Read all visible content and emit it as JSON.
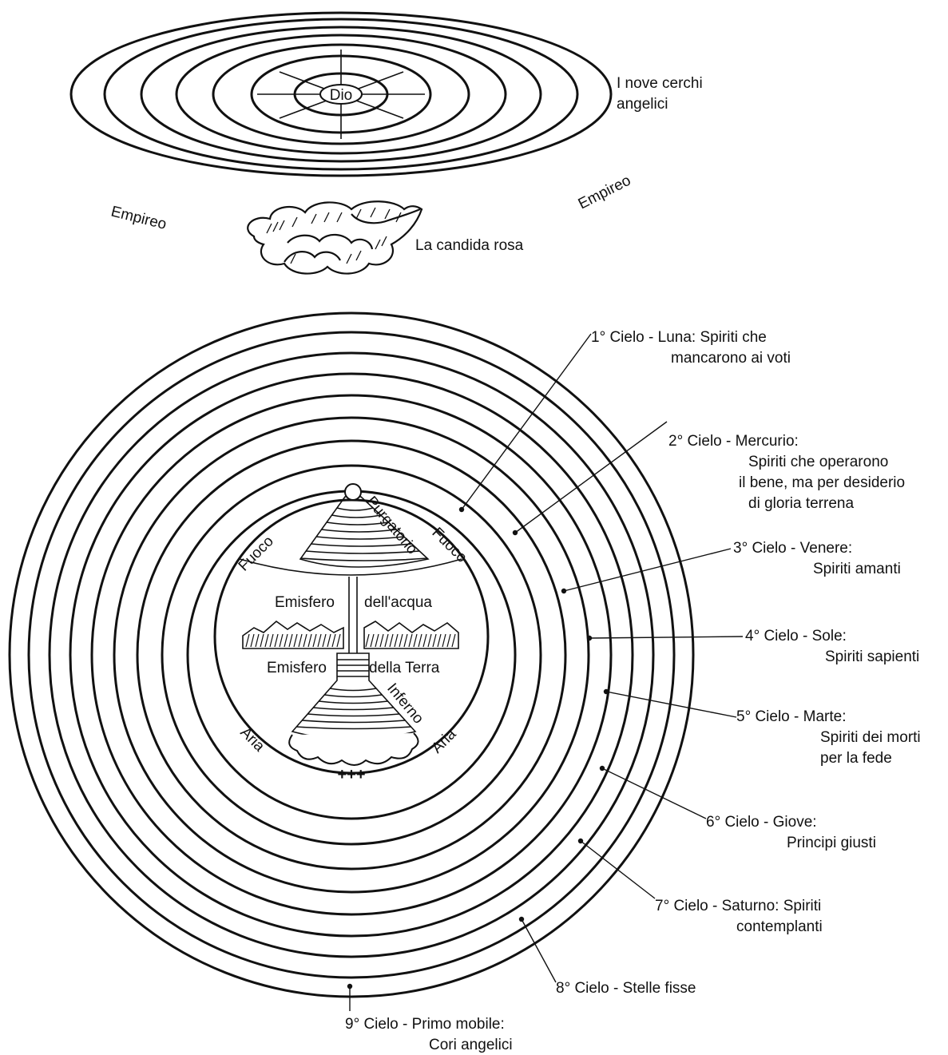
{
  "top": {
    "god_label": "Dio",
    "angelic_circles_label": [
      "I nove cerchi",
      "angelici"
    ],
    "empyrean_left": "Empireo",
    "empyrean_right": "Empireo",
    "rose_label": "La candida rosa"
  },
  "earth": {
    "purgatorio": "Purgatorio",
    "inferno": "Inferno",
    "fuoco_left": "Fuoco",
    "fuoco_right": "Fuoco",
    "aria_left": "Aria",
    "aria_right": "Aria",
    "water_hemisphere": [
      "Emisfero",
      "dell'acqua"
    ],
    "earth_hemisphere": [
      "Emisfero",
      "della Terra"
    ],
    "cross_glyph": "+++"
  },
  "heavens": [
    {
      "lines": [
        "1° Cielo - Luna: Spiriti che",
        "mancarono ai voti"
      ]
    },
    {
      "lines": [
        "2° Cielo - Mercurio:",
        "Spiriti che operarono",
        "il bene, ma per desiderio",
        "di gloria terrena"
      ]
    },
    {
      "lines": [
        "3° Cielo - Venere:",
        "Spiriti amanti"
      ]
    },
    {
      "lines": [
        "4° Cielo - Sole:",
        "Spiriti sapienti"
      ]
    },
    {
      "lines": [
        "5° Cielo - Marte:",
        "Spiriti dei morti",
        "per la fede"
      ]
    },
    {
      "lines": [
        "6° Cielo - Giove:",
        "Principi giusti"
      ]
    },
    {
      "lines": [
        "7° Cielo - Saturno: Spiriti",
        "contemplanti"
      ]
    },
    {
      "lines": [
        "8° Cielo - Stelle fisse"
      ]
    },
    {
      "lines": [
        "9° Cielo - Primo mobile:",
        "Cori angelici"
      ]
    }
  ]
}
